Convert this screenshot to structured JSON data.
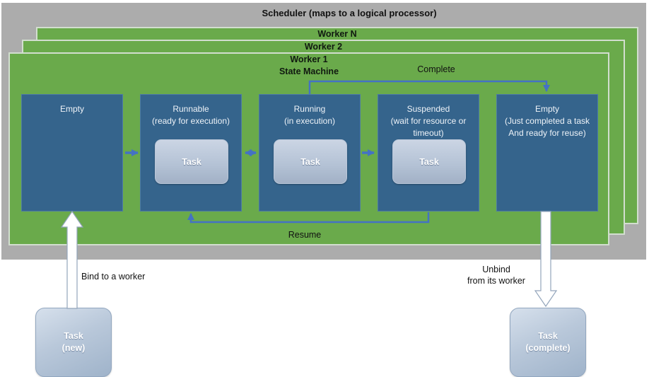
{
  "scheduler": {
    "title": "Scheduler (maps to a logical processor)"
  },
  "workers": {
    "worker_n": "Worker N",
    "worker_2": "Worker 2",
    "worker_1": "Worker 1",
    "state_machine": "State Machine"
  },
  "states": [
    {
      "line1": "Empty",
      "line2": "",
      "line3": ""
    },
    {
      "line1": "Runnable",
      "line2": "(ready for execution)",
      "line3": ""
    },
    {
      "line1": "Running",
      "line2": "(in execution)",
      "line3": ""
    },
    {
      "line1": "Suspended",
      "line2": "(wait for resource or",
      "line3": "timeout)"
    },
    {
      "line1": "Empty",
      "line2": "(Just completed a task",
      "line3": "And ready for reuse)"
    }
  ],
  "task_chip_label": "Task",
  "edges": {
    "complete": "Complete",
    "resume": "Resume",
    "bind": "Bind to a worker",
    "unbind_line1": "Unbind",
    "unbind_line2": "from its worker"
  },
  "task_new": {
    "line1": "Task",
    "line2": "(new)"
  },
  "task_complete": {
    "line1": "Task",
    "line2": "(complete)"
  },
  "colors": {
    "scheduler_gray": "#acacac",
    "worker_green": "#6aaa4b",
    "state_blue": "#35648c",
    "arrow_blue": "#4472c4",
    "task_fill_light": "#cdd8e6",
    "task_fill_dark": "#9fb3ca"
  }
}
